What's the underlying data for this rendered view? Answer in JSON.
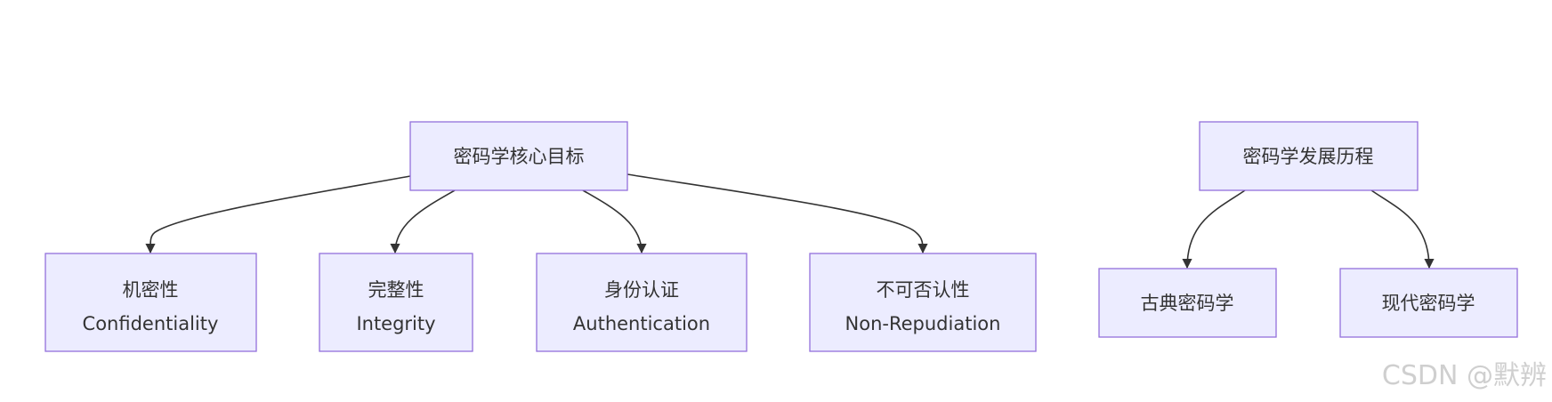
{
  "nodes": {
    "goals_root": {
      "label": "密码学核心目标"
    },
    "confidentiality": {
      "label_cn": "机密性",
      "label_en": "Confidentiality"
    },
    "integrity": {
      "label_cn": "完整性",
      "label_en": "Integrity"
    },
    "authentication": {
      "label_cn": "身份认证",
      "label_en": "Authentication"
    },
    "non_repudiation": {
      "label_cn": "不可否认性",
      "label_en": "Non-Repudiation"
    },
    "history_root": {
      "label": "密码学发展历程"
    },
    "classical": {
      "label": "古典密码学"
    },
    "modern": {
      "label": "现代密码学"
    }
  },
  "edges": [
    {
      "from": "密码学核心目标",
      "to": "机密性"
    },
    {
      "from": "密码学核心目标",
      "to": "完整性"
    },
    {
      "from": "密码学核心目标",
      "to": "身份认证"
    },
    {
      "from": "密码学核心目标",
      "to": "不可否认性"
    },
    {
      "from": "密码学发展历程",
      "to": "古典密码学"
    },
    {
      "from": "密码学发展历程",
      "to": "现代密码学"
    }
  ],
  "colors": {
    "node_fill": "#ECECFF",
    "node_stroke": "#9370DB",
    "edge": "#333333",
    "text": "#333333",
    "watermark": "#cfcfcf"
  },
  "watermark": "CSDN @默辨"
}
